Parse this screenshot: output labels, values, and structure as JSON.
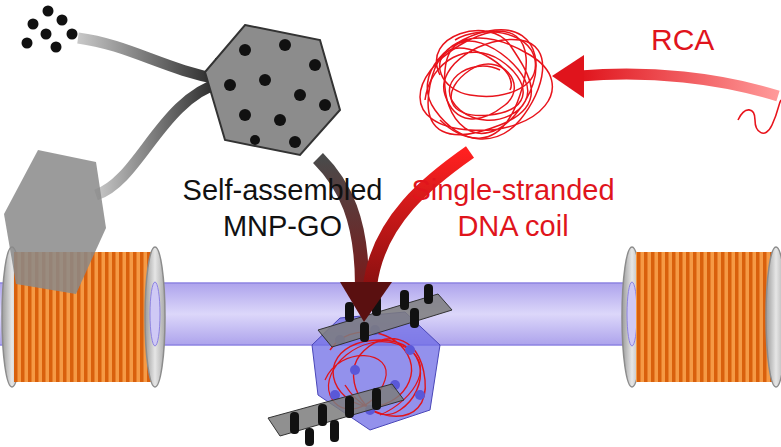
{
  "diagram": {
    "nodes": [
      {
        "text": [
          "Self-assembled MNP-GO"
        ]
      },
      {
        "text": [
          "Single-stranded DNA coil"
        ]
      }
    ],
    "labels": [
      "RCA"
    ]
  }
}
